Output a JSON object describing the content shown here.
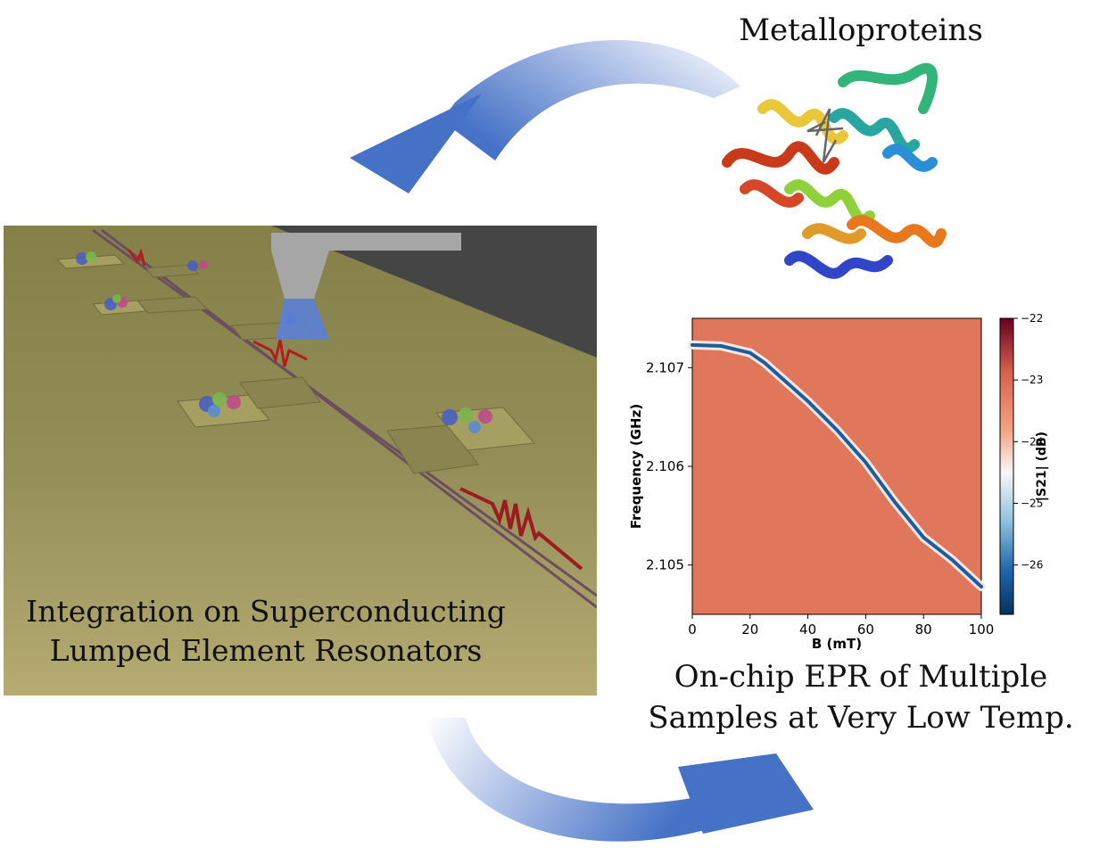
{
  "protein": {
    "title": "Metalloproteins"
  },
  "chip": {
    "caption_line1": "Integration on Superconducting",
    "caption_line2": "Lumped Element Resonators"
  },
  "epr": {
    "caption_line1": "On-chip EPR of Multiple",
    "caption_line2": "Samples at Very Low Temp."
  },
  "colors": {
    "arrow": "#4a74c9",
    "chip_surface": "#8f8a55",
    "background_dark": "#454545",
    "heatmap_bg": "#e0765a",
    "line_red": "#a51e1e"
  },
  "chart_data": {
    "type": "heatmap",
    "xlabel": "B (mT)",
    "ylabel": "Frequency (GHz)",
    "colorbar_label": "|S21| (dB)",
    "xlim": [
      0,
      100
    ],
    "ylim": [
      2.1045,
      2.1075
    ],
    "xticks": [
      "0",
      "20",
      "40",
      "60",
      "80",
      "100"
    ],
    "yticks": [
      "2.105",
      "2.106",
      "2.107"
    ],
    "colorbar_range": [
      -26.8,
      -22.0
    ],
    "colorbar_ticks": [
      "−22",
      "−23",
      "−24",
      "−25",
      "−26"
    ],
    "resonance_curve": {
      "x": [
        0,
        10,
        20,
        25,
        30,
        40,
        50,
        60,
        70,
        80,
        90,
        100
      ],
      "y": [
        2.10723,
        2.10722,
        2.10715,
        2.10705,
        2.10692,
        2.10666,
        2.10637,
        2.10604,
        2.10564,
        2.10528,
        2.10505,
        2.10478
      ]
    }
  }
}
